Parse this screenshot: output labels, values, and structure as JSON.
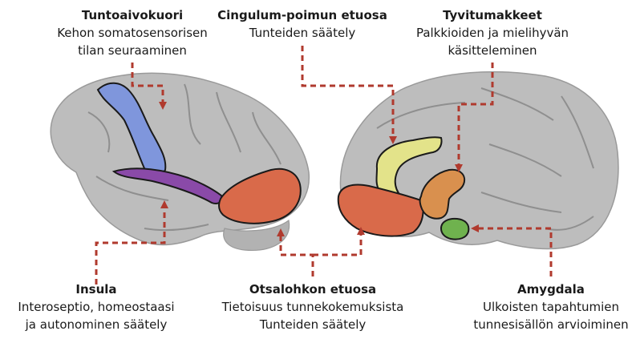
{
  "labels": {
    "somatosensory": {
      "title": "Tuntoaivokuori",
      "lines": [
        "Kehon somatosensorisen",
        "tilan seuraaminen"
      ]
    },
    "cingulate": {
      "title": "Cingulum-poimun etuosa",
      "lines": [
        "Tunteiden säätely"
      ]
    },
    "basal_ganglia": {
      "title": "Tyvitumakkeet",
      "lines": [
        "Palkkioiden ja mielihyvän",
        "käsitteleminen"
      ]
    },
    "insula": {
      "title": "Insula",
      "lines": [
        "Interoseptio, homeostaasi",
        "ja autonominen säätely"
      ]
    },
    "prefrontal": {
      "title": "Otsalohkon etuosa",
      "lines": [
        "Tietoisuus tunnekokemuksista",
        "Tunteiden säätely"
      ]
    },
    "amygdala": {
      "title": "Amygdala",
      "lines": [
        "Ulkoisten tapahtumien",
        "tunnesisällön arvioiminen"
      ]
    }
  },
  "colors": {
    "brain": "#bdbdbd",
    "brain_shade": "#9a9a9a",
    "somatosensory": "#7f96dc",
    "insula": "#8a4aa8",
    "prefrontal": "#d96a4a",
    "cingulate": "#e3e38a",
    "basal_ganglia": "#d9904e",
    "amygdala": "#6fb24e",
    "arrow": "#b03a2e"
  }
}
